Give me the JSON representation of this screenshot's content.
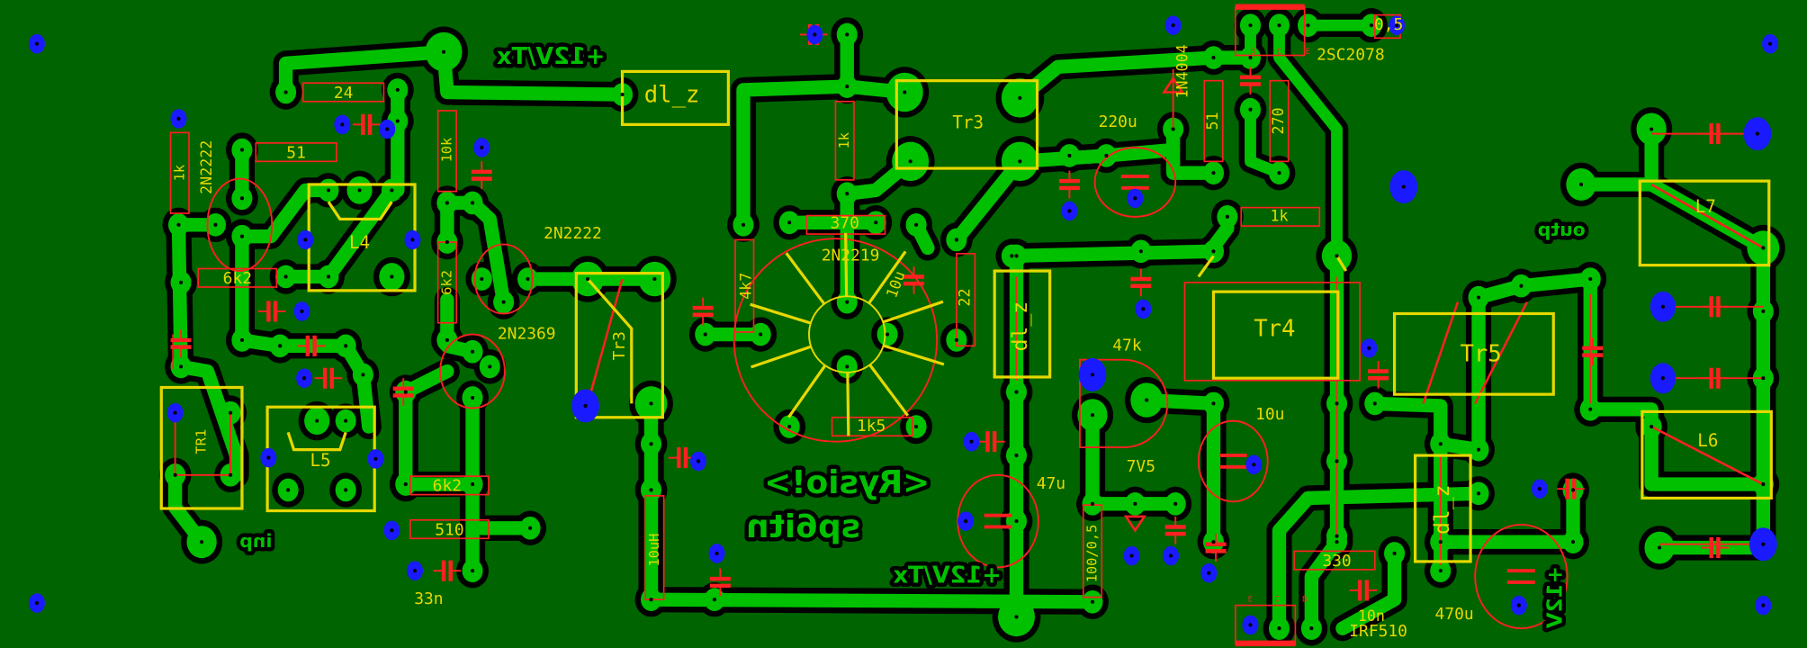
{
  "board": {
    "colors": {
      "substrate": "#006400",
      "copper": "#00c000",
      "clearance": "#000000",
      "silkscreen": "#e6d800",
      "outline": "#ff2020",
      "via": "#1a1aff"
    },
    "copper_text": {
      "tx_top": "+12V/Tx",
      "tx_bottom": "+12V/Tx",
      "signature1": "<Rysio!>",
      "signature2": "sp6itn",
      "inp": "inp",
      "outp": "outp",
      "v12": "+12V"
    },
    "labels": {
      "r24": "24",
      "r51a": "51",
      "r1k_a": "1k",
      "q1": "2N2222",
      "l4": "L4",
      "r10k": "10k",
      "r6k2_a": "6k2",
      "q2": "2N2222",
      "q3": "2N2369",
      "tr3a": "Tr3",
      "r6k2_b": "6k2",
      "tr1": "TR1",
      "l5": "L5",
      "r6k2_c": "6k2",
      "r510": "510",
      "c33n": "33n",
      "dlz1": "dl_z",
      "r1k_b": "1k",
      "r370": "370",
      "q4": "2N2219",
      "r4k7": "4k7",
      "c10u_a": "10u",
      "r22": "22",
      "r1k5": "1k5",
      "l10uh": "10uH",
      "tr3b": "Tr3",
      "dlz2": "dl_z",
      "c220u": "220u",
      "d1": "1N4004",
      "r51b": "51",
      "r270": "270",
      "r0_5": "0,5",
      "q5": "2SC2078",
      "r1k_c": "1k",
      "tr4": "Tr4",
      "r47k": "47k",
      "c10u_b": "10u",
      "z7v5": "7V5",
      "c47u": "47u",
      "r100": "100/0,5",
      "r330": "330",
      "c10n": "10n",
      "q6": "IRF510",
      "dlz3": "dl_z",
      "c470u": "470u",
      "tr5": "Tr5",
      "l7": "L7",
      "l6": "L6"
    },
    "pins": {
      "b": "B",
      "c": "C",
      "e": "E"
    }
  }
}
